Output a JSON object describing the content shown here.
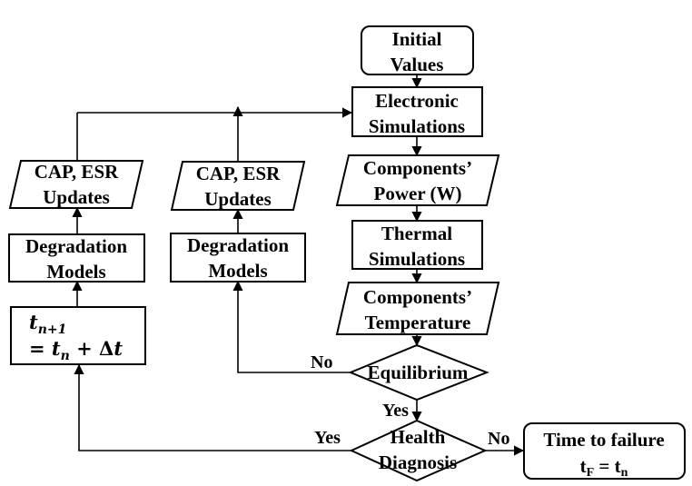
{
  "nodes": {
    "initial": {
      "line1": "Initial",
      "line2": "Values"
    },
    "electronic": {
      "line1": "Electronic",
      "line2": "Simulations"
    },
    "power": {
      "line1": "Components’",
      "line2": "Power (W)"
    },
    "thermal": {
      "line1": "Thermal",
      "line2": "Simulations"
    },
    "temperature": {
      "line1": "Components’",
      "line2": "Temperature"
    },
    "equilibrium": {
      "label": "Equilibrium"
    },
    "health": {
      "line1": "Health",
      "line2": "Diagnosis"
    },
    "failure": {
      "line1": "Time to failure",
      "line2_main": "t",
      "line2_sub1": "F",
      "line2_mid": " = t",
      "line2_sub2": "n"
    },
    "cap_left": {
      "line1": "CAP, ESR",
      "line2": "Updates"
    },
    "cap_mid": {
      "line1": "CAP, ESR",
      "line2": "Updates"
    },
    "deg_left": {
      "line1": "Degradation",
      "line2": "Models"
    },
    "deg_mid": {
      "line1": "Degradation",
      "line2": "Models"
    },
    "time_step": {
      "l1_base": "t",
      "l1_sub": "n+1",
      "l2_eq": "= ",
      "l2_t": "t",
      "l2_sub": "n",
      "l2_rest": " + Δ",
      "l2_t2": "t"
    }
  },
  "edges": {
    "eq_no": "No",
    "eq_yes": "Yes",
    "health_yes": "Yes",
    "health_no": "No"
  }
}
